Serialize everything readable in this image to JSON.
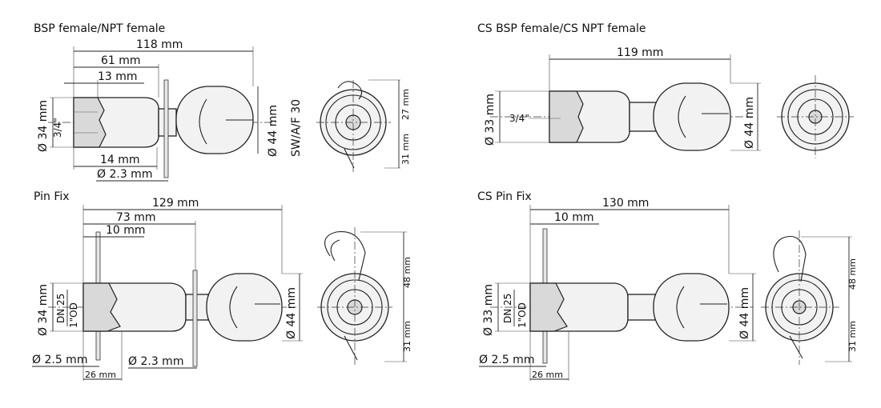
{
  "panels": {
    "bsp": {
      "title": "BSP female/NPT female",
      "dims": {
        "len_118": "118 mm",
        "len_61": "61 mm",
        "len_13": "13 mm",
        "len_14": "14 mm",
        "dia_23": "Ø 2.3 mm",
        "dia_34": "Ø 34 mm",
        "thread": "3/4\"",
        "dia_44": "Ø 44 mm",
        "swaf": "SW/A/F 30",
        "h27": "27 mm",
        "h31": "31 mm"
      }
    },
    "cs_bsp": {
      "title": "CS BSP female/CS NPT female",
      "dims": {
        "len_119": "119 mm",
        "dia_33": "Ø 33 mm",
        "thread": "3/4\"",
        "dia_44": "Ø 44 mm"
      }
    },
    "pin_fix": {
      "title": "Pin Fix",
      "dims": {
        "len_129": "129 mm",
        "len_73": "73 mm",
        "len_10": "10 mm",
        "dia_34": "Ø 34 mm",
        "dn": "DN 25",
        "od": "1\"OD",
        "dia_25": "Ø 2.5 mm",
        "dia_23": "Ø 2.3 mm",
        "w26": "26 mm",
        "dia_44": "Ø 44 mm",
        "h48": "48 mm",
        "h31": "31 mm"
      }
    },
    "cs_pin_fix": {
      "title": "CS Pin Fix",
      "dims": {
        "len_130": "130 mm",
        "len_10": "10 mm",
        "dia_33": "Ø 33 mm",
        "dn": "DN 25",
        "od": "1\"OD",
        "dia_25": "Ø 2.5 mm",
        "w26": "26 mm",
        "dia_44": "Ø 44 mm",
        "h48": "48 mm",
        "h31": "31 mm"
      }
    }
  }
}
